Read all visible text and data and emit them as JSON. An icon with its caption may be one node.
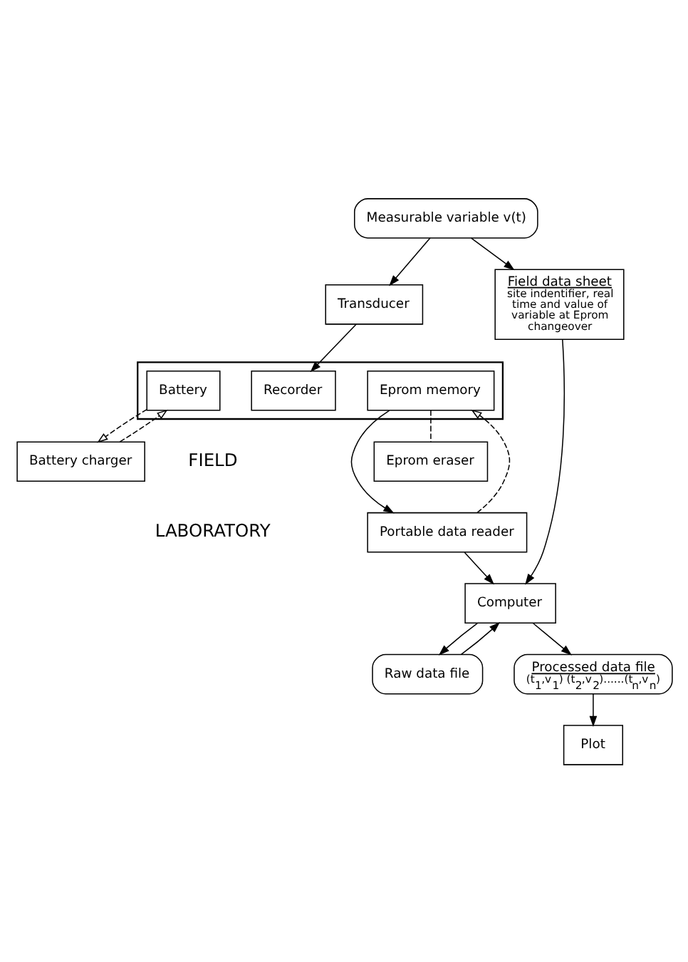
{
  "diagram": {
    "nodes": [
      {
        "text": [
          "Measurable variable v(t)"
        ]
      },
      {
        "text": [
          "Transducer"
        ]
      },
      {
        "text": [
          "Field data sheet",
          "site indentifier, real time and value of variable at Eprom changeover"
        ]
      },
      {
        "text": [],
        "shape": "box"
      },
      {
        "text": [
          "Battery"
        ],
        "in": 3
      },
      {
        "text": [
          "Recorder"
        ],
        "in": 3
      },
      {
        "text": [
          "Eprom memory"
        ],
        "in": 3
      },
      {
        "text": [
          "Portable data reader"
        ]
      },
      {
        "text": [
          "Battery charger"
        ]
      },
      {
        "text": [
          "Eprom eraser"
        ]
      },
      {
        "text": [
          "Raw data file"
        ]
      },
      {
        "text": [
          "Computer"
        ]
      },
      {
        "text": [
          "Processed data file",
          "(t$_{1}$,v$_{1}$) (t$_{2}$,v$_{2}$)......(t$_{n}$,v$_{n}$)"
        ]
      },
      {
        "text": [
          "Plot"
        ]
      }
    ],
    "edges": [
      {
        "from": 0,
        "to": 1,
        "arrow": "to"
      },
      {
        "from": 0,
        "to": 2,
        "arrow": "to"
      },
      {
        "from": 1,
        "to": 5,
        "arrow": "to"
      },
      {
        "from": 6,
        "to": 7,
        "arrow": "to"
      },
      {
        "from": 7,
        "to": 6,
        "arrow": "to",
        "style": "dashed"
      },
      {
        "from": 8,
        "to": 4,
        "arrow": "to",
        "style": "dashed"
      },
      {
        "from": 4,
        "to": 8,
        "arrow": "to",
        "style": "dashed"
      },
      {
        "from": 6,
        "to": 9,
        "arrow": "none",
        "style": "dashed"
      },
      {
        "from": 7,
        "to": 11,
        "arrow": "to"
      },
      {
        "from": 11,
        "to": 10,
        "arrow": "to"
      },
      {
        "from": 10,
        "to": 11,
        "arrow": "to"
      },
      {
        "from": 2,
        "to": 11,
        "arrow": "to"
      },
      {
        "from": 11,
        "to": 12,
        "arrow": "to"
      },
      {
        "from": 12,
        "to": 13,
        "arrow": "to"
      }
    ],
    "labels": [
      "FIELD",
      "LABORATORY"
    ]
  }
}
